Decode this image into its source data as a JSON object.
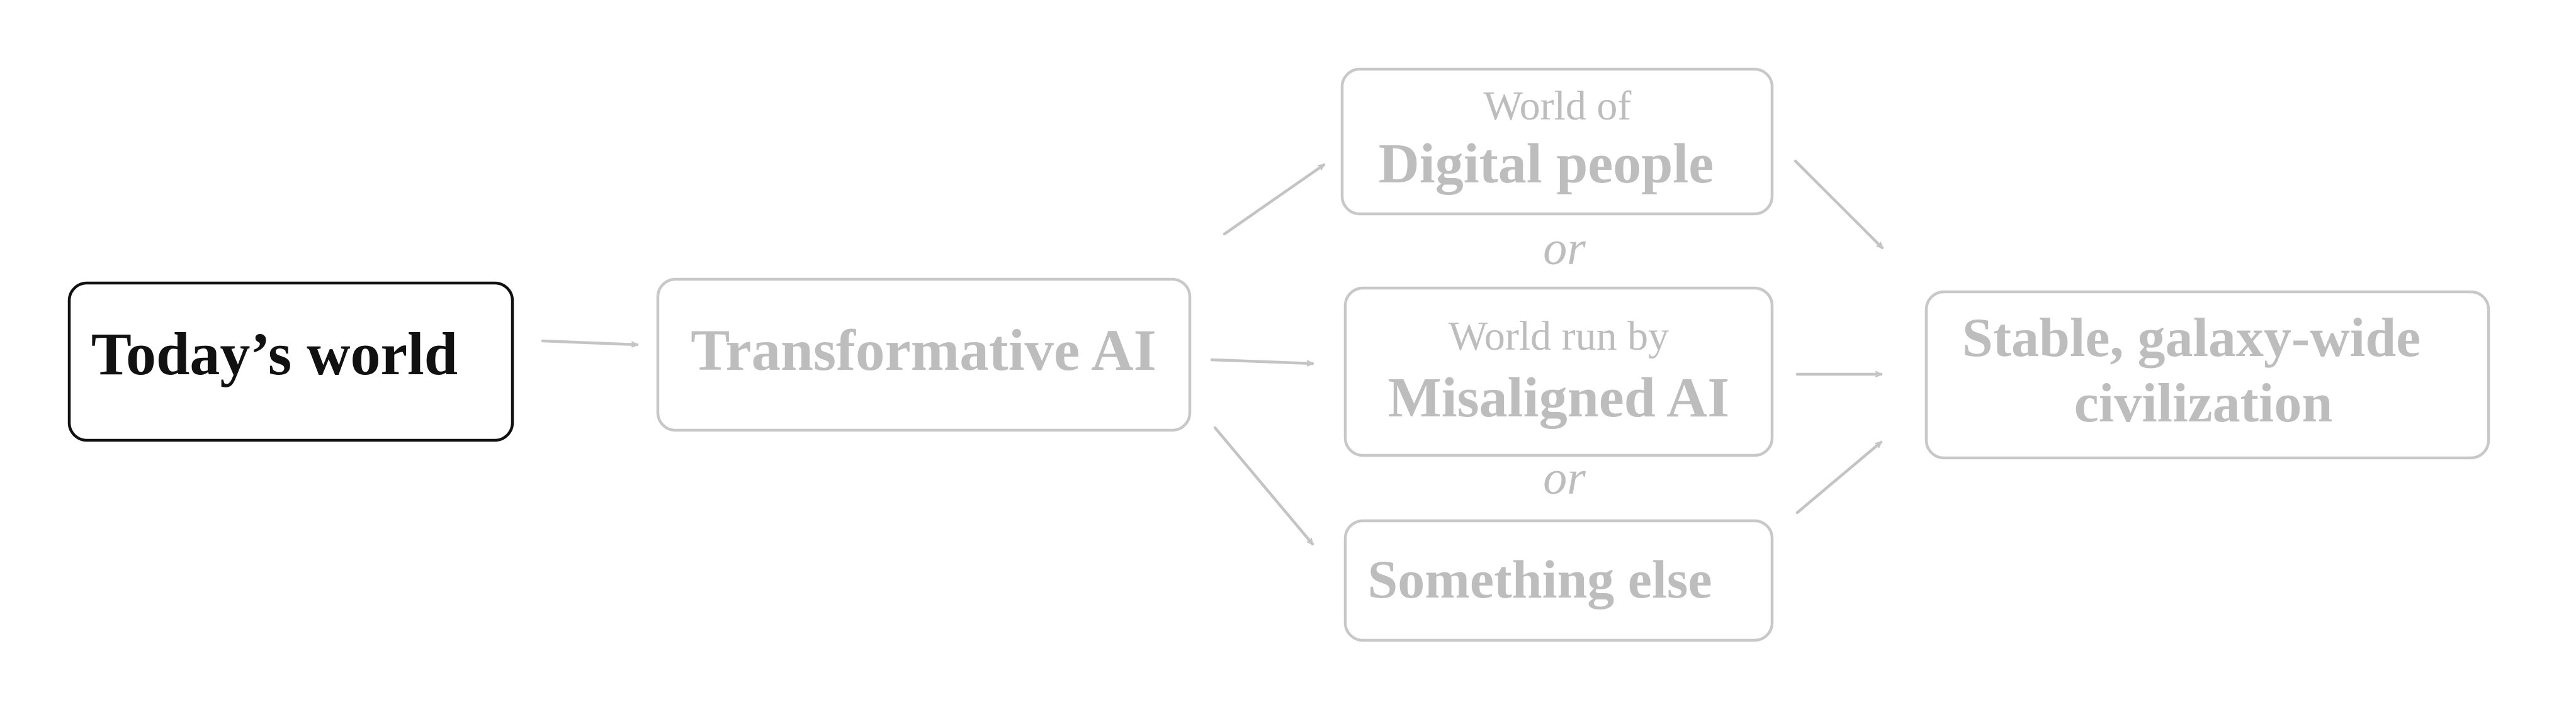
{
  "colors": {
    "active_text": "#111111",
    "faded_text": "#bdbdbd",
    "faded_border": "#c8c8c8",
    "arrow": "#c4c4c4"
  },
  "nodes": {
    "today": {
      "label": "Today’s world"
    },
    "transformative": {
      "label": "Transformative AI"
    },
    "digital": {
      "prefix": "World of",
      "label": "Digital people"
    },
    "misaligned": {
      "prefix": "World run by",
      "label": "Misaligned AI"
    },
    "else": {
      "label": "Something else"
    },
    "stable": {
      "line1": "Stable, galaxy-wide",
      "line2": "civilization"
    }
  },
  "connectors": {
    "or_1": "or",
    "or_2": "or"
  }
}
